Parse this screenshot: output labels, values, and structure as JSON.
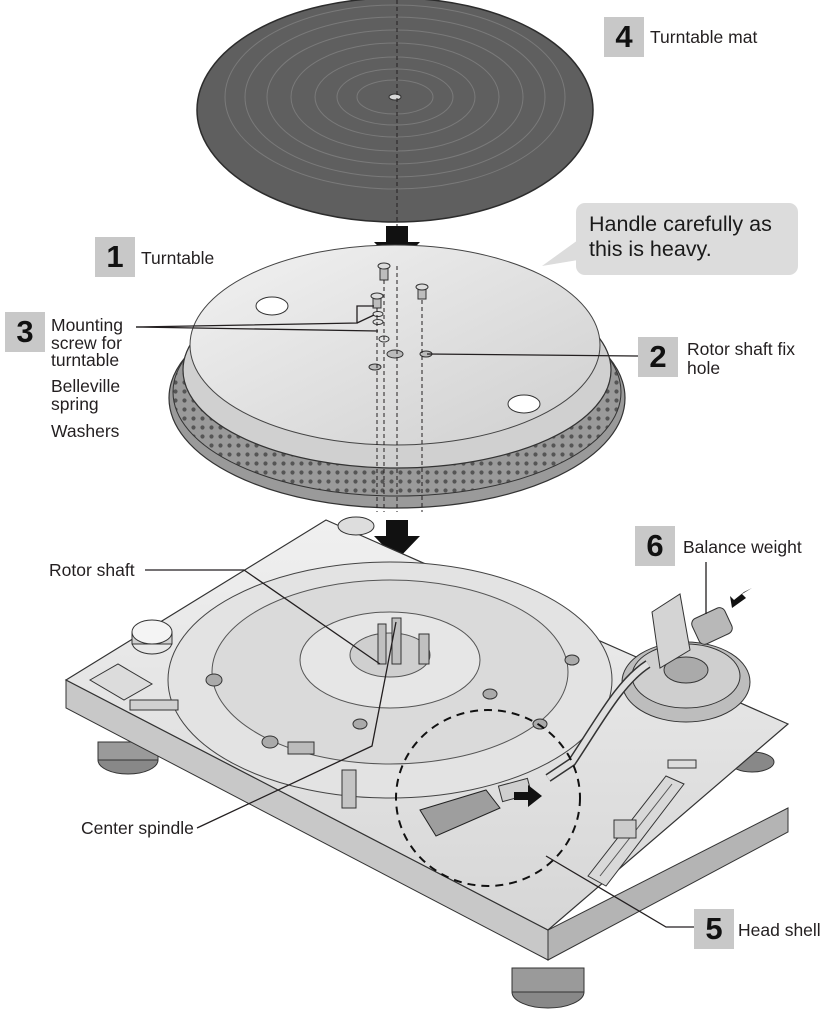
{
  "callout": {
    "text": "Handle carefully as\nthis is heavy."
  },
  "parts": {
    "p1": {
      "number": "1",
      "label": "Turntable"
    },
    "p2": {
      "number": "2",
      "label": "Rotor shaft fix\nhole"
    },
    "p3": {
      "number": "3",
      "label": "Mounting\nscrew for\nturntable",
      "sub1": "Belleville\nspring",
      "sub2": "Washers"
    },
    "p4": {
      "number": "4",
      "label": "Turntable mat"
    },
    "p5": {
      "number": "5",
      "label": "Head shell"
    },
    "p6": {
      "number": "6",
      "label": "Balance weight"
    }
  },
  "labels": {
    "rotor_shaft": "Rotor shaft",
    "center_spindle": "Center spindle"
  },
  "colors": {
    "number_box": "#c8c8c8",
    "callout_bg": "#dcdcdc",
    "mat": "#5f5f5f",
    "metal": "#e4e4e4",
    "line": "#231f20"
  }
}
